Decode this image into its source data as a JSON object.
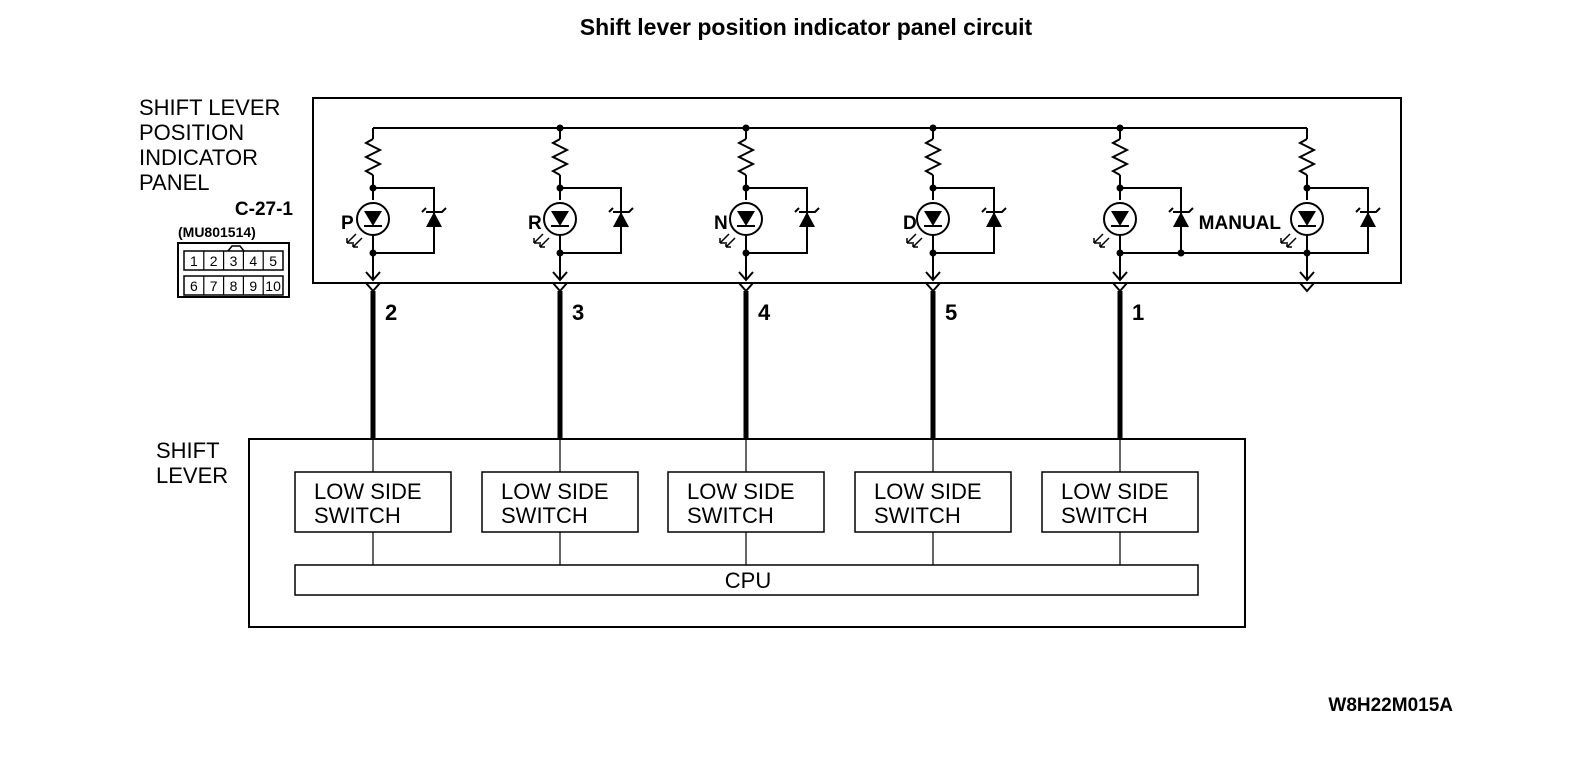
{
  "title": "Shift lever position indicator panel circuit",
  "panel": {
    "label_lines": [
      "SHIFT LEVER",
      "POSITION",
      "INDICATOR",
      "PANEL"
    ],
    "connector_id": "C-27-1",
    "connector_part": "(MU801514)",
    "connector_pins_top": [
      "1",
      "2",
      "3",
      "4",
      "5"
    ],
    "connector_pins_bottom": [
      "6",
      "7",
      "8",
      "9",
      "10"
    ],
    "leds": [
      {
        "label": "P"
      },
      {
        "label": "R"
      },
      {
        "label": "N"
      },
      {
        "label": "D"
      },
      {
        "label": ""
      },
      {
        "label": "MANUAL"
      }
    ]
  },
  "wires": [
    {
      "pin": "2"
    },
    {
      "pin": "3"
    },
    {
      "pin": "4"
    },
    {
      "pin": "5"
    },
    {
      "pin": "1"
    }
  ],
  "shift_lever": {
    "label_lines": [
      "SHIFT",
      "LEVER"
    ],
    "switches": [
      {
        "line1": "LOW SIDE",
        "line2": "SWITCH"
      },
      {
        "line1": "LOW SIDE",
        "line2": "SWITCH"
      },
      {
        "line1": "LOW SIDE",
        "line2": "SWITCH"
      },
      {
        "line1": "LOW SIDE",
        "line2": "SWITCH"
      },
      {
        "line1": "LOW SIDE",
        "line2": "SWITCH"
      }
    ],
    "cpu_label": "CPU"
  },
  "figure_code": "W8H22M015A"
}
